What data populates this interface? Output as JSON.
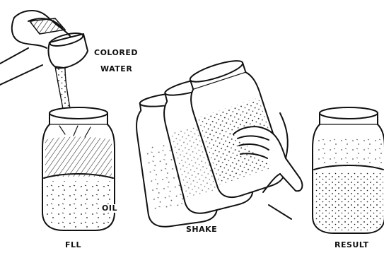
{
  "labels": {
    "colored_water_line1": "COLORED",
    "colored_water_line2": "WATER",
    "oil": "OIL",
    "fill": "FLL",
    "shake": "SHAKE",
    "result": "RESULT"
  },
  "colors": {
    "ink": "#111111",
    "background": "#ffffff"
  }
}
